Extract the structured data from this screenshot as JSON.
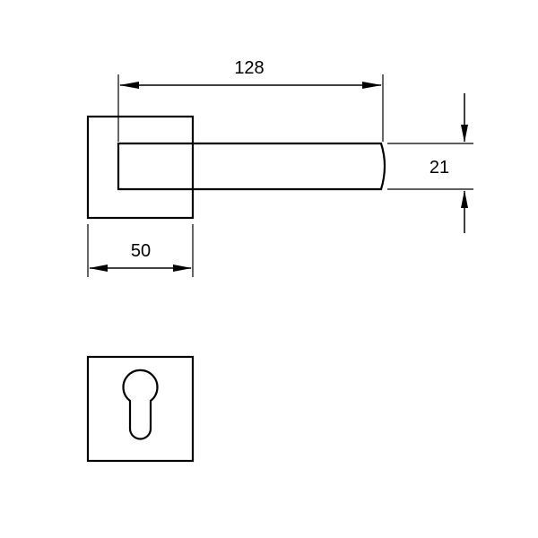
{
  "dimensions": {
    "lever_length": "128",
    "lever_height": "21",
    "rose_width": "50"
  },
  "colors": {
    "line": "#000000",
    "background": "#ffffff"
  }
}
